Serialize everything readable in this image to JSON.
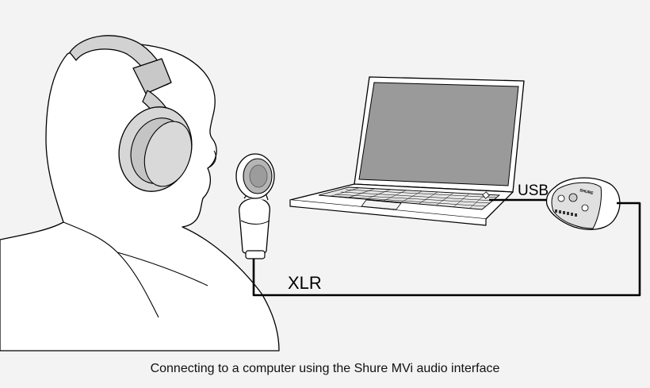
{
  "labels": {
    "usb": "USB",
    "xlr": "XLR"
  },
  "caption": "Connecting to a computer using the Shure MVi audio interface",
  "device_brand": "SHURE",
  "colors": {
    "background": "#f3f3f3",
    "figure_fill": "#ffffff",
    "headphone_fill": "#d2d2d2",
    "laptop_screen": "#9a9a9a",
    "stroke": "#000000"
  },
  "icons": [
    "person-figure",
    "headphones-icon",
    "microphone-icon",
    "laptop-icon",
    "audio-interface-icon",
    "cable-icon"
  ]
}
